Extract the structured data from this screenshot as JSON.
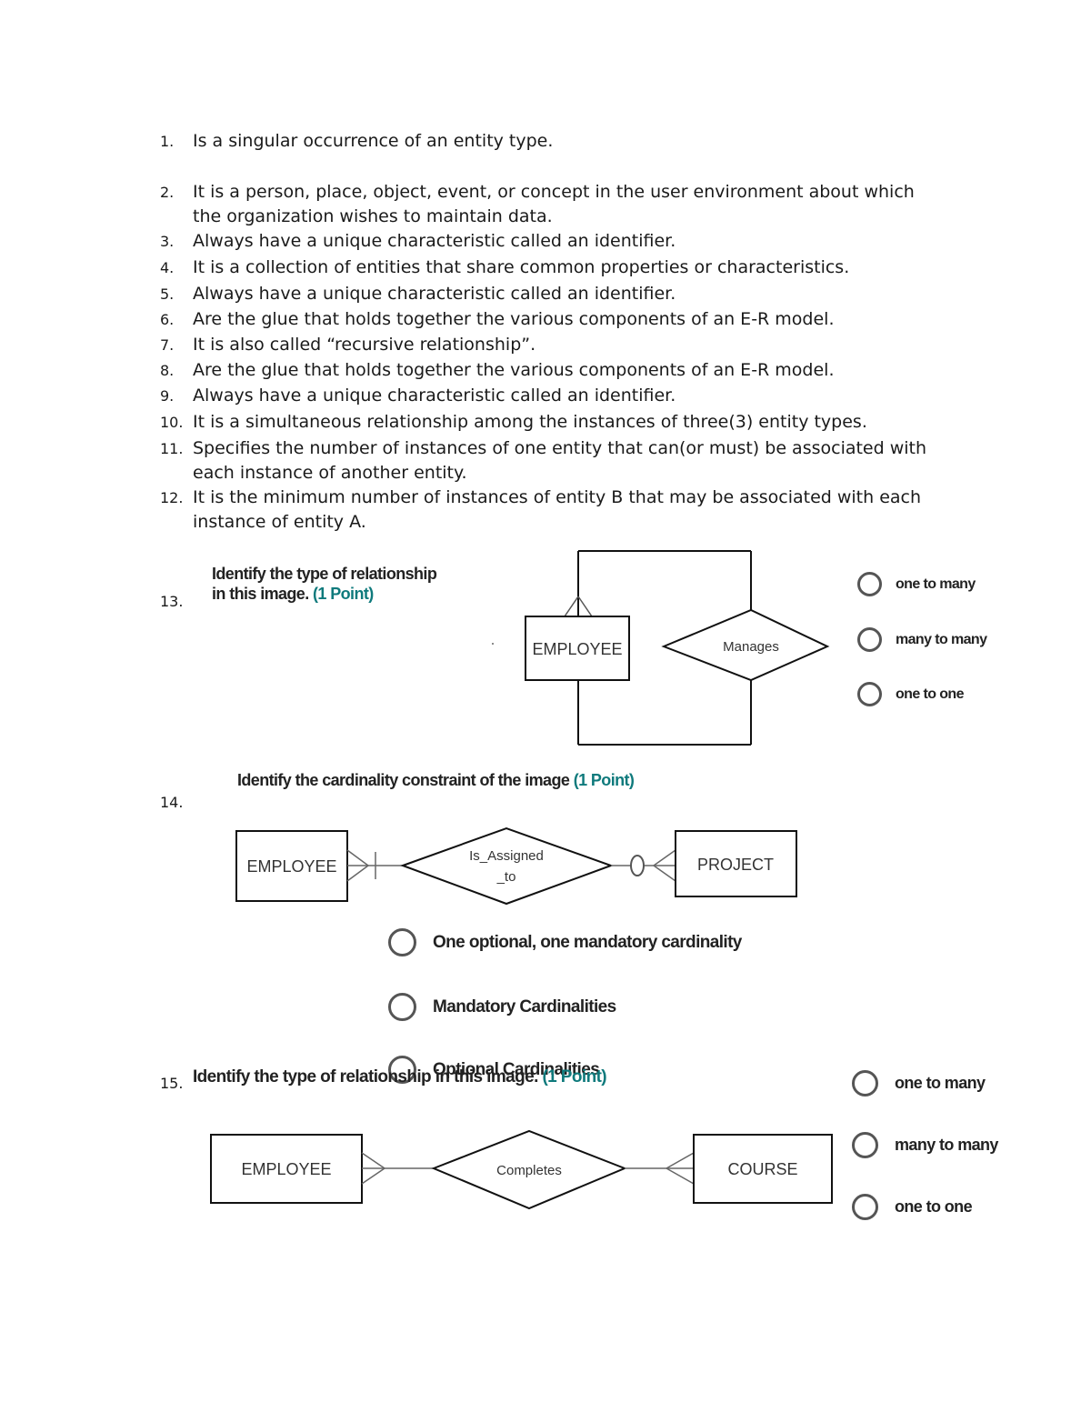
{
  "questions": [
    {
      "num": "1.",
      "text": "Is a singular occurrence of an entity type."
    },
    {
      "num": "2.",
      "text": "It is a person, place, object, event, or concept in the user environment about which the organization wishes to maintain data."
    },
    {
      "num": "3.",
      "text": "Always have a unique characteristic called an identifier."
    },
    {
      "num": "4.",
      "text": "It is a collection of entities that share common properties or characteristics."
    },
    {
      "num": "5.",
      "text": "Always have a unique characteristic called an identifier."
    },
    {
      "num": "6.",
      "text": "Are the glue that holds together the various components of an E-R model."
    },
    {
      "num": "7.",
      "text": "It is also called “recursive relationship”."
    },
    {
      "num": "8.",
      "text": "Are the glue that holds together the various components of an E-R model."
    },
    {
      "num": "9.",
      "text": "Always have a unique characteristic called an identifier."
    },
    {
      "num": "10.",
      "text": "It is a simultaneous relationship among the instances of three(3) entity types."
    },
    {
      "num": "11.",
      "text": "Specifies the number of instances of one entity that can(or must) be associated with each instance of another entity."
    },
    {
      "num": "12.",
      "text": "It is the minimum number of instances of entity B that may be associated with each instance of entity A."
    }
  ],
  "q13": {
    "num": "13.",
    "prompt_line1": "Identify the type of relationship",
    "prompt_line2": "in this image.",
    "points": "(1 Point)",
    "entity": "EMPLOYEE",
    "relationship": "Manages",
    "options": [
      "one to many",
      "many to many",
      "one to one"
    ]
  },
  "q14": {
    "num": "14.",
    "prompt": "Identify the cardinality constraint of the image",
    "points": "(1 Point)",
    "entity_left": "EMPLOYEE",
    "relationship_line1": "Is_Assigned",
    "relationship_line2": "_to",
    "entity_right": "PROJECT",
    "options": [
      "One optional, one mandatory cardinality",
      "Mandatory Cardinalities",
      "Optional Cardinalities"
    ]
  },
  "q15": {
    "num": "15.",
    "prompt": "Identify the type of relationship in this image.",
    "points": "(1 Point)",
    "entity_left": "EMPLOYEE",
    "relationship": "Completes",
    "entity_right": "COURSE",
    "options": [
      "one to many",
      "many to many",
      "one to one"
    ]
  },
  "colors": {
    "accent_points": "#0f7a7c",
    "text": "#1a1a1a",
    "radio": "#555555"
  }
}
